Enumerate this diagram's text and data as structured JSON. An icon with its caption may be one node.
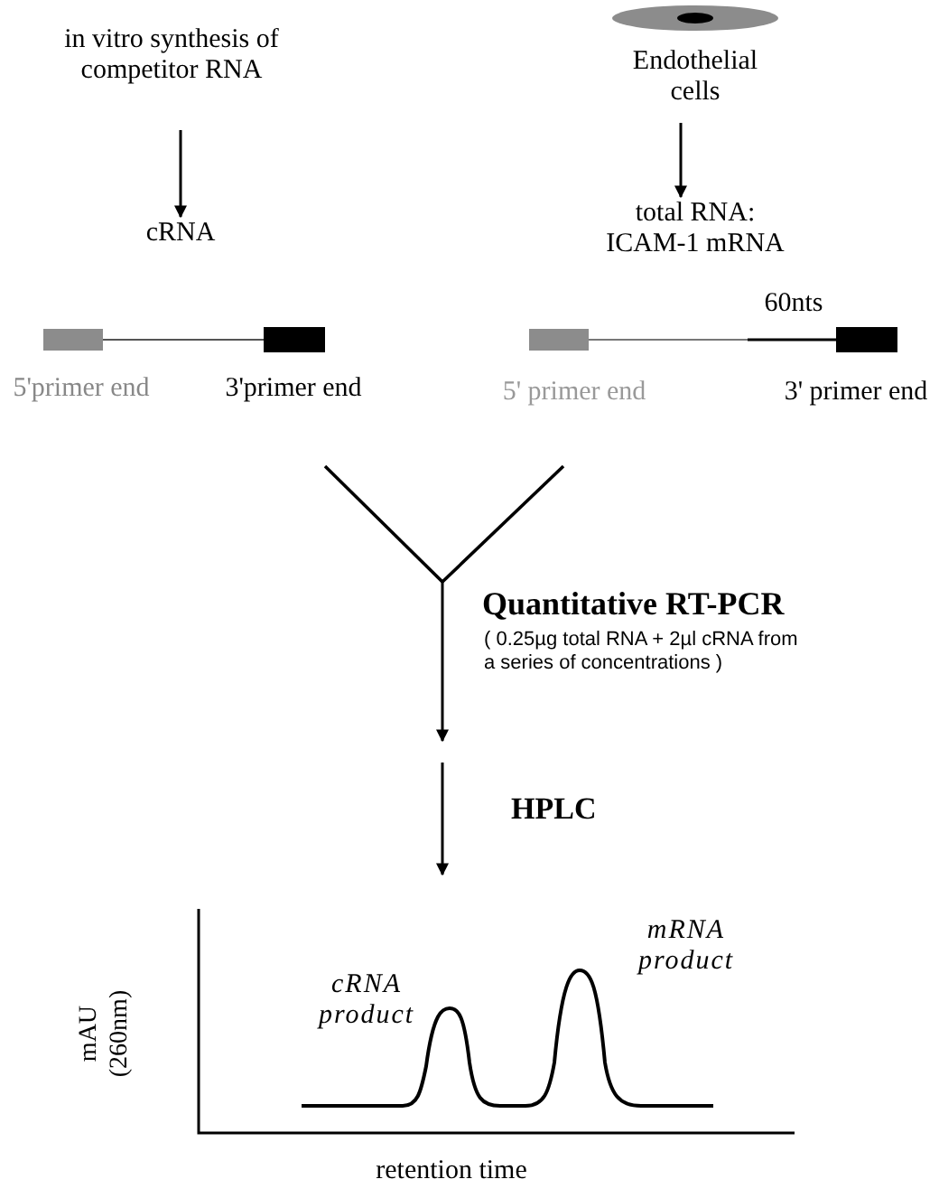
{
  "diagram": {
    "nodes": [
      {
        "text": [
          "in vitro synthesis of competitor RNA"
        ]
      },
      {
        "text": [
          "Endothelial cells"
        ]
      },
      {
        "text": [
          "cRNA"
        ]
      },
      {
        "text": [
          "total RNA: ICAM-1 mRNA"
        ]
      },
      {
        "text": [
          "5'primer end",
          "3'primer end"
        ]
      },
      {
        "text": [
          "5' primer end",
          "3' primer end"
        ],
        "beside": [
          "60nts"
        ]
      },
      {
        "text": [],
        "shape": "picture"
      }
    ],
    "edges": [
      {
        "from": 0,
        "to": 2,
        "arrow": "to"
      },
      {
        "from": 1,
        "to": 3,
        "arrow": "to"
      },
      {
        "from": 4,
        "to": null,
        "arrow": "to"
      },
      {
        "from": 5,
        "to": null,
        "arrow": "to"
      },
      {
        "from": null,
        "to": 6,
        "arrow": "to",
        "label": "HPLC"
      }
    ],
    "labels": [
      "Quantitative RT-PCR",
      "( 0.25µg total RNA + 2µl cRNA from a series of concentrations )",
      "mAU (260nm)",
      "cRNA product",
      "mRNA product",
      "retention time"
    ]
  }
}
